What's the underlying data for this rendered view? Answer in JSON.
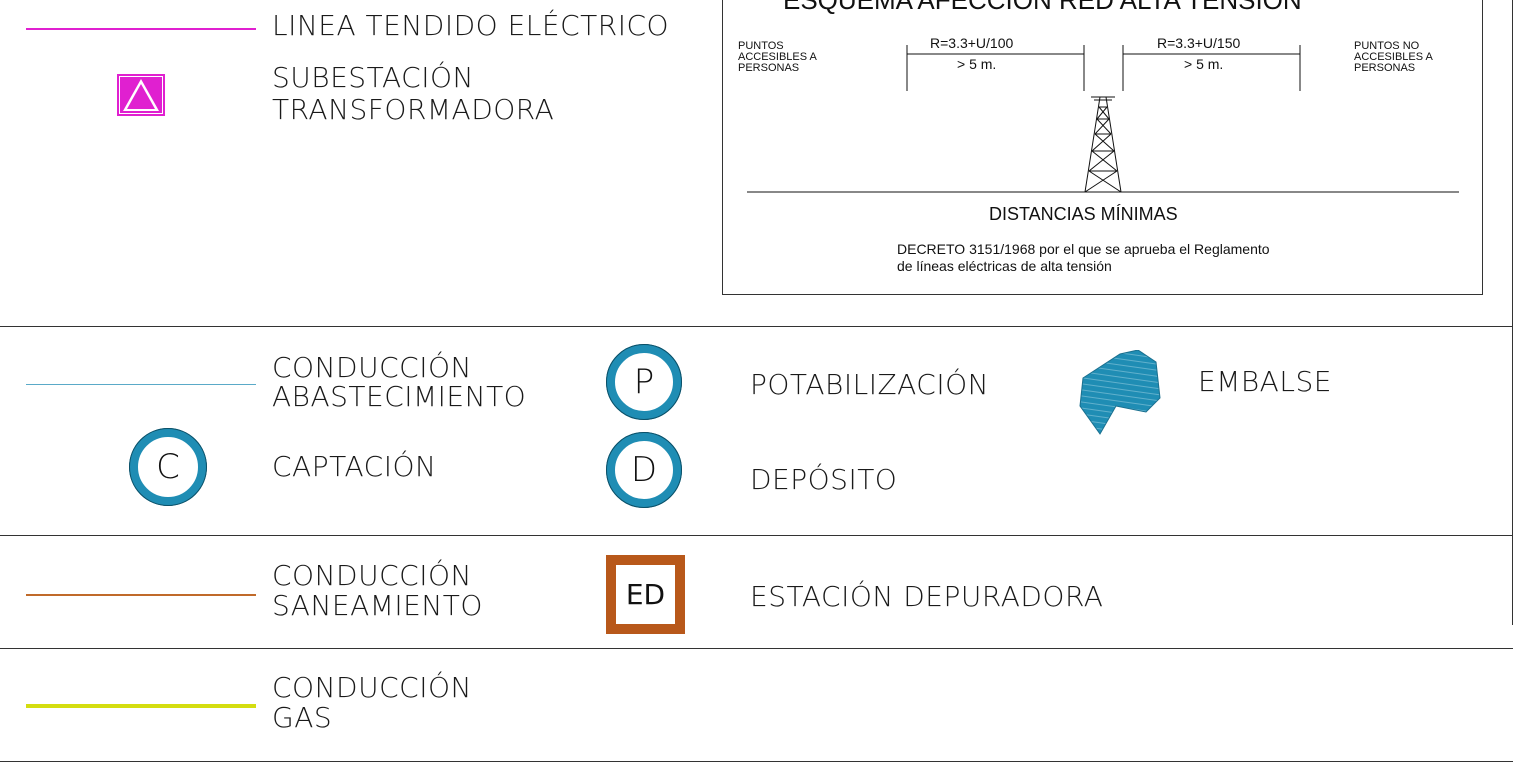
{
  "legend": {
    "electric_line": "LINEA TENDIDO ELÉCTRICO",
    "substation": [
      "SUBESTACIÓN",
      "TRANSFORMADORA"
    ],
    "water_conduction": [
      "CONDUCCIÓN",
      "ABASTECIMIENTO"
    ],
    "potabilization": "POTABILIZACIÓN",
    "potabilization_symbol": "P",
    "reservoir": "EMBALSE",
    "captation": "CAPTACIÓN",
    "captation_symbol": "C",
    "deposit": "DEPÓSITO",
    "deposit_symbol": "D",
    "sanitation_conduction": [
      "CONDUCCIÓN",
      "SANEAMIENTO"
    ],
    "treatment_plant": "ESTACIÓN DEPURADORA",
    "treatment_plant_symbol": "ED",
    "gas_conduction": [
      "CONDUCCIÓN",
      "GAS"
    ]
  },
  "scheme": {
    "title": "ESQUEMA AFECCIÓN RED ALTA TENSIÓN",
    "left_zone": [
      "PUNTOS",
      "ACCESIBLES A",
      "PERSONAS"
    ],
    "right_zone": [
      "PUNTOS NO",
      "ACCESIBLES A",
      "PERSONAS"
    ],
    "left_formula": "R=3.3+U/100",
    "right_formula": "R=3.3+U/150",
    "left_distance": "> 5 m.",
    "right_distance": "> 5 m.",
    "subtitle": "DISTANCIAS MÍNIMAS",
    "decree": [
      "DECRETO 3151/1968 por el que se aprueba el Reglamento",
      "de líneas eléctricas de alta tensión"
    ]
  },
  "colors": {
    "electric": "#e020d0",
    "water": "#5aaac8",
    "water_symbol": "#1f8db4",
    "sanitation": "#c06a2a",
    "gas": "#d4dd10",
    "treatment_box": "#b8581a"
  }
}
